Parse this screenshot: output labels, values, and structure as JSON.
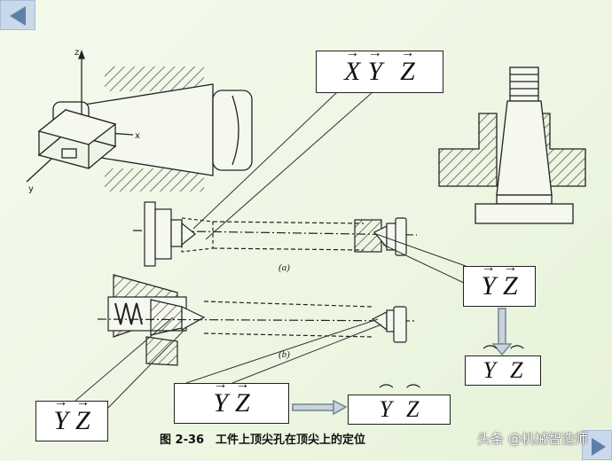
{
  "slide": {
    "caption": "图 2-36　工件上顶尖孔在顶尖上的定位",
    "watermark": "头条 @机械智造师",
    "figure_a_label": "(a)",
    "figure_b_label": "(b)",
    "axis_x": "x",
    "axis_y": "y",
    "axis_z": "z"
  },
  "boxes": {
    "top": {
      "s1": "X",
      "s2": "Y",
      "s3": "Z",
      "mark": "→"
    },
    "right": {
      "s1": "Y",
      "s2": "Z",
      "mark": "→"
    },
    "right_result": {
      "s1": "Y",
      "s2": "Z",
      "mark": "⌒"
    },
    "left": {
      "s1": "Y",
      "s2": "Z",
      "mark": "→"
    },
    "bottom": {
      "s1": "Y",
      "s2": "Z",
      "mark": "→"
    },
    "bottom_result": {
      "s1": "Y",
      "s2": "Z",
      "mark": "⌒"
    }
  },
  "nav": {
    "prev_icon": "triangle-left-icon",
    "next_icon": "triangle-right-icon"
  },
  "colors": {
    "background": "#eef7e4",
    "nav": "#c9d8ea",
    "arrow": "#7a8a96"
  }
}
